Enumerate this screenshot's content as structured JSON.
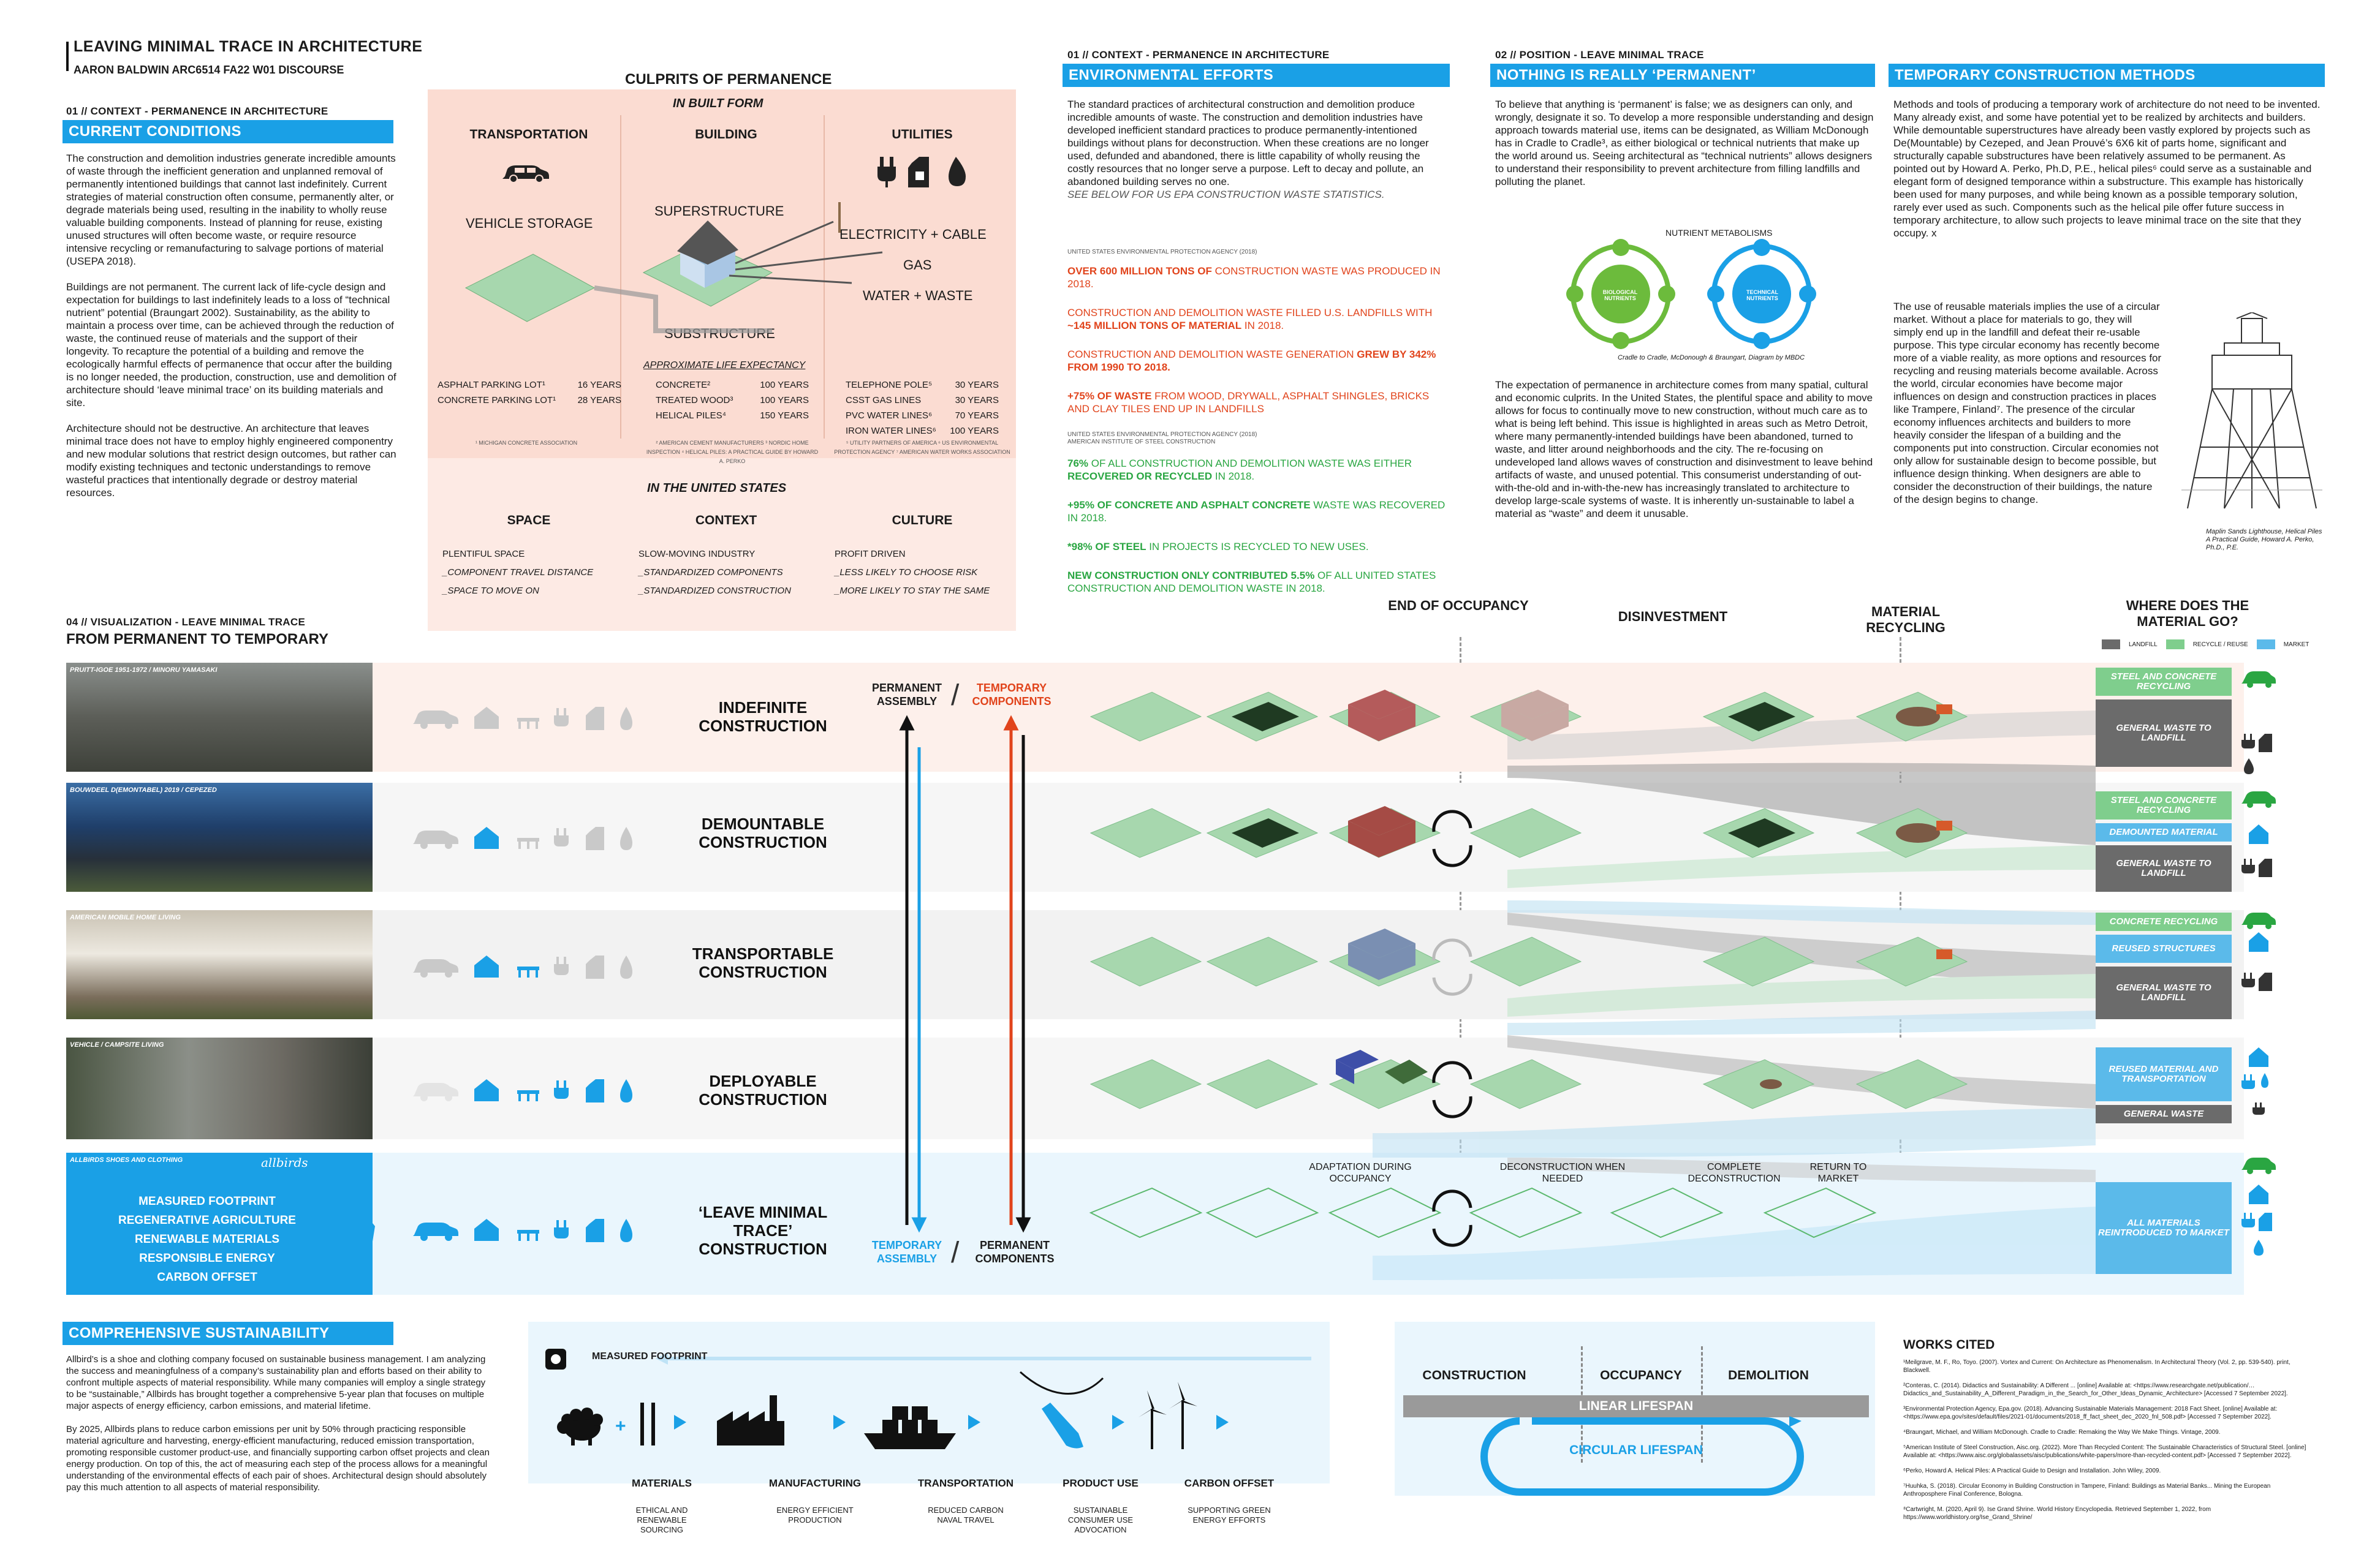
{
  "header": {
    "title": "LEAVING MINIMAL TRACE IN ARCHITECTURE",
    "author": "AARON BALDWIN ARC6514 FA22 W01 DISCOURSE"
  },
  "col1": {
    "context": "01 // CONTEXT - PERMANENCE IN ARCHITECTURE",
    "bar": "CURRENT CONDITIONS",
    "p1": "The construction and demolition industries generate incredible amounts of waste through the inefficient generation and unplanned removal of permanently intentioned buildings that cannot last indefinitely. Current strategies of material construction often consume, permanently alter, or degrade materials being used, resulting in the inability to wholly reuse valuable building components. Instead of planning for reuse, existing unused structures will often become waste, or require resource intensive recycling or remanufacturing to salvage portions of material (USEPA 2018).",
    "p2": "Buildings are not permanent. The current lack of life-cycle design and expectation for buildings to last indefinitely leads to a loss of “technical nutrient” potential (Braungart 2002). Sustainability, as the ability to maintain a process over time, can be achieved through the reduction of waste, the continued reuse of materials and the support of their longevity. To recapture the potential of a building and remove the ecologically harmful effects of permanence that occur after the building is no longer needed, the production, construction, use and demolition of architecture should ‘leave minimal trace’ on its building materials and site.",
    "p3": "Architecture should not be destructive. An architecture that leaves minimal trace does not have to employ highly engineered componentry and new modular solutions that restrict design outcomes, but rather can modify existing techniques and tectonic understandings to remove wasteful practices that intentionally degrade or destroy material resources."
  },
  "culprits": {
    "title": "CULPRITS OF PERMANENCE",
    "sub1": "IN BUILT FORM",
    "sub2": "IN THE UNITED STATES",
    "cats": [
      "TRANSPORTATION",
      "BUILDING",
      "UTILITIES"
    ],
    "vehicle": "VEHICLE STORAGE",
    "super": "SUPERSTRUCTURE",
    "substructure": "SUBSTRUCTURE",
    "utils": [
      "ELECTRICITY + CABLE",
      "GAS",
      "WATER + WASTE"
    ],
    "life_title": "APPROXIMATE LIFE EXPECTANCY",
    "t_lots": [
      [
        "ASPHALT PARKING LOT¹",
        "16 YEARS"
      ],
      [
        "CONCRETE PARKING LOT¹",
        "28 YEARS"
      ]
    ],
    "t_build": [
      [
        "CONCRETE²",
        "100 YEARS"
      ],
      [
        "TREATED WOOD³",
        "100 YEARS"
      ],
      [
        "HELICAL PILES⁴",
        "150 YEARS"
      ]
    ],
    "t_util": [
      [
        "TELEPHONE POLE⁵",
        "30 YEARS"
      ],
      [
        "CSST GAS LINES",
        "30 YEARS"
      ],
      [
        "PVC WATER LINES⁶",
        "70 YEARS"
      ],
      [
        "IRON WATER LINES⁶",
        "100 YEARS"
      ]
    ],
    "src1": "¹ MICHIGAN CONCRETE ASSOCIATION",
    "src2": "² AMERICAN CEMENT MANUFACTURERS ³ NORDIC HOME INSPECTION ⁴ HELICAL PILES: A PRACTICAL GUIDE BY HOWARD A. PERKO",
    "src3": "⁵ UTILITY PARTNERS OF AMERICA ⁶ US ENVIRONMENTAL PROTECTION AGENCY ⁷ AMERICAN WATER WORKS ASSOCIATION",
    "us_cats": [
      "SPACE",
      "CONTEXT",
      "CULTURE"
    ],
    "space": [
      "PLENTIFUL SPACE",
      "_COMPONENT TRAVEL DISTANCE",
      "_SPACE TO MOVE ON"
    ],
    "context": [
      "SLOW-MOVING INDUSTRY",
      "_STANDARDIZED COMPONENTS",
      "_STANDARDIZED CONSTRUCTION"
    ],
    "culture": [
      "PROFIT DRIVEN",
      "_LESS LIKELY TO CHOOSE RISK",
      "_MORE LIKELY TO STAY THE SAME"
    ]
  },
  "env": {
    "context": "01 // CONTEXT - PERMANENCE IN ARCHITECTURE",
    "bar": "ENVIRONMENTAL EFFORTS",
    "p1": "The standard practices of architectural construction and demolition produce incredible amounts of waste. The construction and demolition industries have developed inefficient standard practices to produce permanently-intentioned buildings without plans for deconstruction. When these creations are no longer used, defunded and abandoned, there is little capability of wholly reusing the costly resources that no longer serve a purpose. Left to decay and pollute, an abandoned building serves no one.",
    "see": "SEE BELOW FOR US EPA CONSTRUCTION WASTE STATISTICS.",
    "src_a": "UNITED STATES ENVIRONMENTAL PROTECTION AGENCY (2018)",
    "r1a": "OVER 600 MILLION TONS OF",
    "r1b": " CONSTRUCTION WASTE WAS PRODUCED IN 2018.",
    "r2a": "CONSTRUCTION AND DEMOLITION WASTE FILLED U.S. LANDFILLS WITH ",
    "r2b": "~145 MILLION TONS OF MATERIAL",
    "r2c": " IN 2018.",
    "r3a": "CONSTRUCTION AND DEMOLITION WASTE GENERATION ",
    "r3b": "GREW BY 342% FROM 1990 TO 2018.",
    "r4a": "+75% OF WASTE",
    "r4b": " FROM WOOD, DRYWALL, ASPHALT SHINGLES, BRICKS AND CLAY TILES END UP IN LANDFILLS",
    "src_b": "UNITED STATES ENVIRONMENTAL PROTECTION AGENCY (2018)",
    "src_c": "AMERICAN INSTITUTE OF STEEL CONSTRUCTION",
    "g1a": "76%",
    "g1b": " OF ALL CONSTRUCTION AND DEMOLITION WASTE WAS EITHER ",
    "g1c": "RECOVERED OR RECYCLED",
    "g1d": " IN 2018.",
    "g2a": "+95% OF CONCRETE AND ASPHALT CONCRETE",
    "g2b": " WASTE WAS RECOVERED IN 2018.",
    "g3a": "*98% OF STEEL",
    "g3b": " IN PROJECTS IS RECYCLED TO NEW USES.",
    "g4a": "NEW CONSTRUCTION ONLY CONTRIBUTED 5.5%",
    "g4b": " OF ALL UNITED STATES CONSTRUCTION AND DEMOLITION WASTE IN 2018."
  },
  "pos": {
    "context": "02 // POSITION - LEAVE MINIMAL TRACE",
    "bar": "NOTHING IS REALLY ‘PERMANENT’",
    "p1": "To believe that anything is ‘permanent’ is false; we as designers can only, and wrongly, designate it so. To develop a more responsible understanding and design approach towards material use, items can be designated, as William McDonough has in Cradle to Cradle³, as either biological or technical nutrients that make up the world around us. Seeing architectural as “technical nutrients” allows designers to understand their responsibility to prevent architecture from filling landfills and polluting the planet.",
    "nm": "NUTRIENT METABOLISMS",
    "nm_bio": "BIOLOGICAL NUTRIENTS",
    "nm_tech": "TECHNICAL NUTRIENTS",
    "nm_cap": "Cradle to Cradle, McDonough & Braungart, Diagram by MBDC",
    "p2": "The expectation of permanence in architecture comes from many spatial, cultural and economic culprits. In the United States, the plentiful space and ability to move allows for focus to continually move to new construction, without much care as to what is being left behind. This issue is highlighted in areas such as Metro Detroit, where many permanently-intended buildings have been abandoned, turned to waste, and litter around neighborhoods and the city. The re-focusing on undeveloped land allows waves of construction and disinvestment to leave behind artifacts of waste, and unused potential. This consumerist understanding of out-with-the-old and in-with-the-new has increasingly translated to architecture to develop large-scale systems of waste. It is inherently un-sustainable to label a material as “waste” and deem it unusable."
  },
  "temp": {
    "bar": "TEMPORARY CONSTRUCTION METHODS",
    "p1": "Methods and tools of producing a temporary work of architecture do not need to be invented. Many already exist, and some have potential yet to be realized by architects and builders. While demountable superstructures have already been vastly explored by projects such as De(Mountable) by Cezeped, and Jean Prouvé’s 6X6 kit of parts home, significant and structurally capable substructures have been relatively assumed to be permanent. As pointed out by Howard A. Perko, Ph.D, P.E., helical piles⁶ could serve as a sustainable and elegant form of designed temporance within a substructure. This example has historically been used for many purposes, and while being known as a possible temporary solution, rarely ever used as such. Components such as the helical pile offer future success in temporary architecture, to allow such projects to leave minimal trace on the site that they occupy. x",
    "p2": "The use of reusable materials implies the use of a circular market. Without a place for materials to go, they will simply end up in the landfill and defeat their re-usable purpose. This type circular economy has recently become more of a viable reality, as more options and resources for recycling and reusing materials become available. Across the world, circular economies have become major influences on design and construction practices in places like Trampere, Finland⁷. The presence of the circular economy influences architects and builders to more heavily consider the lifespan of a building and the components put into construction. Circular economies not only allow for sustainable design to become possible, but influence design thinking. When designers are able to consider the deconstruction of their buildings, the nature of the design begins to change.",
    "cap": "Maplin Sands Lighthouse, Helical Piles A Practical Guide, Howard A. Perko, Ph.D., P.E."
  },
  "viz": {
    "context": "04 // VISUALIZATION - LEAVE MINIMAL TRACE",
    "title": "FROM PERMANENT TO TEMPORARY",
    "perm_a": "PERMANENT ASSEMBLY",
    "temp_c": "TEMPORARY COMPONENTS",
    "temp_a": "TEMPORARY ASSEMBLY",
    "perm_c": "PERMANENT COMPONENTS",
    "phases": [
      "END OF OCCUPANCY",
      "DISINVESTMENT",
      "MATERIAL RECYCLING"
    ],
    "where": "WHERE DOES THE MATERIAL GO?",
    "legend": [
      "LANDFILL",
      "RECYCLE / REUSE",
      "MARKET"
    ],
    "rows": [
      {
        "photo": "PRUITT-IGOE 1951-1972 / MINORU YAMASAKI",
        "title": "INDEFINITE CONSTRUCTION"
      },
      {
        "photo": "BOUWDEEL D(EMONTABEL) 2019 / CEPEZED",
        "title": "DEMOUNTABLE CONSTRUCTION"
      },
      {
        "photo": "AMERICAN MOBILE HOME LIVING",
        "title": "TRANSPORTABLE CONSTRUCTION"
      },
      {
        "photo": "VEHICLE / CAMPSITE LIVING",
        "title": "DEPLOYABLE CONSTRUCTION"
      },
      {
        "photo": "ALLBIRDS SHOES AND CLOTHING",
        "title": "‘LEAVE MINIMAL TRACE’ CONSTRUCTION"
      }
    ],
    "brand": "allbirds",
    "lmt_list": [
      "MEASURED FOOTPRINT",
      "REGENERATIVE AGRICULTURE",
      "RENEWABLE MATERIALS",
      "RESPONSIBLE ENERGY",
      "CARBON OFFSET"
    ],
    "out1": [
      "STEEL AND CONCRETE RECYCLING",
      "GENERAL WASTE TO LANDFILL"
    ],
    "out2": [
      "STEEL AND CONCRETE RECYCLING",
      "DEMOUNTED MATERIAL",
      "GENERAL WASTE TO LANDFILL"
    ],
    "out3": [
      "CONCRETE RECYCLING",
      "REUSED STRUCTURES",
      "GENERAL WASTE TO LANDFILL"
    ],
    "out4": [
      "REUSED MATERIAL AND TRANSPORTATION",
      "GENERAL WASTE"
    ],
    "out5": [
      "ALL MATERIALS REINTRODUCED TO MARKET"
    ],
    "stages": [
      "ADAPTATION DURING OCCUPANCY",
      "DECONSTRUCTION WHEN NEEDED",
      "COMPLETE DECONSTRUCTION",
      "RETURN TO MARKET"
    ]
  },
  "comp": {
    "bar": "COMPREHENSIVE SUSTAINABILITY",
    "p1": "Allbird’s is a shoe and clothing company focused on sustainable business management. I am analyzing the success and meaningfulness of a company’s sustainability plan and efforts based on their ability to confront multiple aspects of material responsibility. While many companies will employ a single strategy to be “sustainable,” Allbirds has brought together a comprehensive 5-year plan that focuses on multiple major aspects of energy efficiency, carbon emissions, and material lifetime.",
    "p2": "By 2025, Allbirds plans to reduce carbon emissions per unit by 50% through practicing responsible material agriculture and harvesting, energy-efficient manufacturing, reduced emission transportation, promoting responsible customer product-use, and financially supporting carbon offset projects and clean energy production. On top of this, the act of measuring each step of the process allows for a meaningful understanding of the environmental effects of each pair of shoes. Architectural design should absolutely pay this much attention to all aspects of material responsibility.",
    "footprint": "MEASURED FOOTPRINT",
    "steps": [
      "MATERIALS",
      "MANUFACTURING",
      "TRANSPORTATION",
      "PRODUCT USE",
      "CARBON OFFSET"
    ],
    "subs": [
      "ETHICAL AND RENEWABLE SOURCING",
      "ENERGY EFFICIENT PRODUCTION",
      "REDUCED CARBON NAVAL TRAVEL",
      "SUSTAINABLE CONSUMER USE ADVOCATION",
      "SUPPORTING GREEN ENERGY EFFORTS"
    ]
  },
  "life": {
    "phases": [
      "CONSTRUCTION",
      "OCCUPANCY",
      "DEMOLITION"
    ],
    "linear": "LINEAR LIFESPAN",
    "circular": "CIRCULAR LIFESPAN"
  },
  "works": {
    "title": "WORKS CITED",
    "refs": [
      "¹Meilgrave, M. F., Ro, Toyo. (2007). Vortex and Current: On Architecture as Phenomenalism. In Architectural Theory (Vol. 2, pp. 539-540). print, Blackwell.",
      "²Conteras, C. (2014). Didactics and Sustainability: A Different ... [online] Available at: <https://www.researchgate.net/publication/…Didactics_and_Sustainability_A_Different_Paradigm_in_the_Search_for_Other_Ideas_Dynamic_Architecture> [Accessed 7 September 2022].",
      "³Environmental Protection Agency, Epa.gov. (2018). Advancing Sustainable Materials Management: 2018 Fact Sheet. [online] Available at: <https://www.epa.gov/sites/default/files/2021-01/documents/2018_ff_fact_sheet_dec_2020_fnl_508.pdf> [Accessed 7 September 2022].",
      "⁴Braungart, Michael, and William McDonough. Cradle to Cradle: Remaking the Way We Make Things. Vintage, 2009.",
      "⁵American Institute of Steel Construction, Aisc.org. (2022). More Than Recycled Content: The Sustainable Characteristics of Structural Steel. [online] Available at: <https://www.aisc.org/globalassets/aisc/publications/white-papers/more-than-recycled-content.pdf> [Accessed 7 September 2022].",
      "⁶Perko, Howard A. Helical Piles: A Practical Guide to Design and Installation. John Wiley, 2009.",
      "⁷Huuhka, S. (2018). Circular Economy in Building Construction in Tampere, Finland: Buildings as Material Banks... Mining the European Anthroposphere Final Conference, Bologna.",
      "⁸Cartwright, M. (2020, April 9). Ise Grand Shrine. World History Encyclopedia. Retrieved September 1, 2022, from https://www.worldhistory.org/Ise_Grand_Shrine/"
    ]
  },
  "colors": {
    "blue": "#1aa0e6",
    "red": "#e1441c",
    "green": "#2aa642",
    "pink": "#fbdcd2",
    "mint": "#cdebd3",
    "grey": "#6b6b6b"
  }
}
